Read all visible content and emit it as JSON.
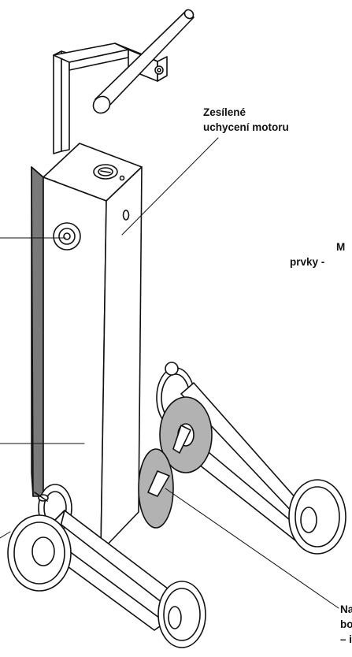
{
  "labels": {
    "motor_mount": [
      "Zesílené",
      "uchycení motoru"
    ],
    "right_cut": [
      "M",
      "prvky -"
    ],
    "bottom_cut": [
      "Na",
      "bo",
      "– i"
    ]
  },
  "colors": {
    "stroke": "#111111",
    "dark_panel": "#7a7a7a",
    "disc_gray": "#b2b2b2",
    "body_fill": "#ffffff"
  }
}
